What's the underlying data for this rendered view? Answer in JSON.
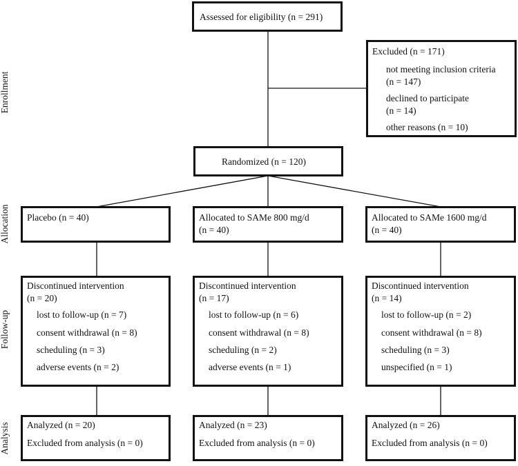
{
  "stages": {
    "enrollment": "Enrollment",
    "allocation": "Allocation",
    "followup": "Follow-up",
    "analysis": "Analysis"
  },
  "assessed": "Assessed for eligibility (n = 291)",
  "excluded": {
    "title": "Excluded (n = 171)",
    "r1a": "not meeting inclusion criteria",
    "r1b": "(n = 147)",
    "r2a": "declined to participate",
    "r2b": "(n = 14)",
    "r3": "other reasons (n = 10)"
  },
  "randomized": "Randomized (n = 120)",
  "arms": [
    {
      "allocation": "Placebo (n = 40)",
      "disc_title": "Discontinued intervention",
      "disc_n": "(n = 20)",
      "reasons": [
        "lost to follow-up (n = 7)",
        "consent withdrawal (n = 8)",
        "scheduling (n = 3)",
        "adverse events (n = 2)"
      ],
      "analyzed": "Analyzed (n = 20)",
      "excluded_analysis": "Excluded from analysis (n = 0)"
    },
    {
      "allocation": "Allocated to SAMe 800 mg/d",
      "allocation_n": "(n = 40)",
      "disc_title": "Discontinued intervention",
      "disc_n": "(n = 17)",
      "reasons": [
        "lost to follow-up (n = 6)",
        "consent withdrawal (n = 8)",
        "scheduling (n = 2)",
        "adverse events (n = 1)"
      ],
      "analyzed": "Analyzed (n = 23)",
      "excluded_analysis": "Excluded from analysis (n = 0)"
    },
    {
      "allocation": "Allocated to SAMe 1600 mg/d",
      "allocation_n": "(n = 40)",
      "disc_title": "Discontinued intervention",
      "disc_n": "(n = 14)",
      "reasons": [
        "lost to follow-up (n = 2)",
        "consent withdrawal (n = 8)",
        "scheduling (n = 3)",
        "unspecified (n = 1)"
      ],
      "analyzed": "Analyzed (n = 26)",
      "excluded_analysis": "Excluded from analysis (n = 0)"
    }
  ]
}
